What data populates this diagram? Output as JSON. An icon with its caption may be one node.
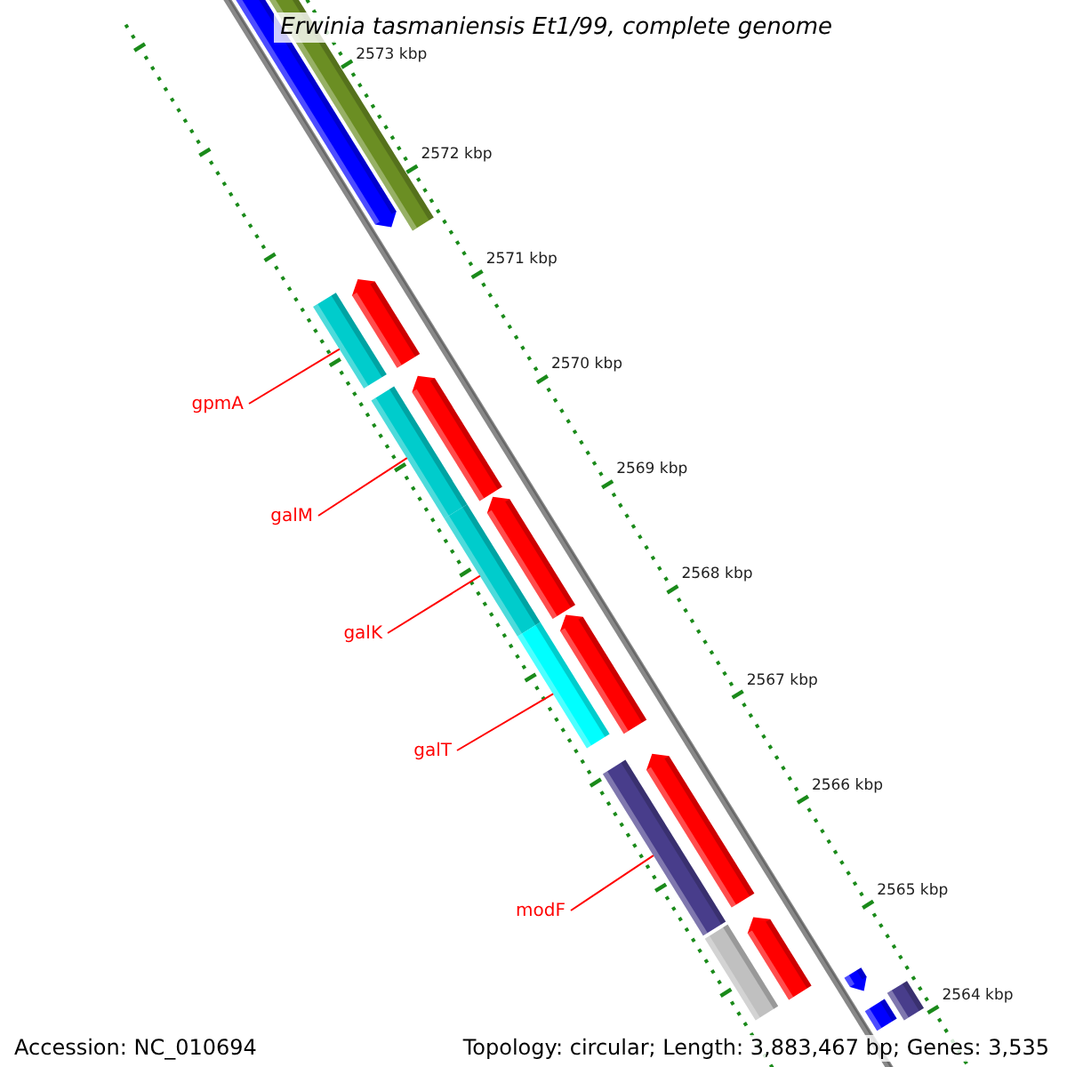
{
  "diagram": {
    "title": "Erwinia tasmaniensis Et1/99, complete genome",
    "nodes": [
      {
        "text": [
          "gpmA"
        ]
      },
      {
        "text": [
          "galM"
        ]
      },
      {
        "text": [
          "galK"
        ]
      },
      {
        "text": [
          "galT"
        ]
      },
      {
        "text": [
          "modF"
        ]
      },
      {
        "text": [],
        "shape": "bar"
      },
      {
        "text": [],
        "shape": "bar"
      },
      {
        "text": [],
        "shape": "bar"
      },
      {
        "text": [],
        "shape": "bar"
      },
      {
        "text": [],
        "shape": "bar"
      },
      {
        "text": [],
        "shape": "bar"
      },
      {
        "text": [],
        "shape": "bar"
      },
      {
        "text": [],
        "shape": "bar"
      },
      {
        "text": [],
        "shape": "bar"
      },
      {
        "text": [],
        "shape": "bar"
      },
      {
        "text": [],
        "shape": "bar"
      },
      {
        "text": [],
        "shape": "bar"
      },
      {
        "text": [],
        "shape": "bar"
      },
      {
        "text": [],
        "shape": "bar"
      },
      {
        "text": [],
        "shape": "bar"
      },
      {
        "text": [],
        "shape": "bar"
      },
      {
        "text": [],
        "shape": "bar"
      }
    ],
    "edges": [
      {
        "from": 0,
        "to": 8,
        "arrow": "none"
      },
      {
        "from": 1,
        "to": 9,
        "arrow": "none"
      },
      {
        "from": 2,
        "to": 11,
        "arrow": "none"
      },
      {
        "from": 3,
        "to": 13,
        "arrow": "none"
      },
      {
        "from": 4,
        "to": 15,
        "arrow": "none"
      }
    ],
    "labels": [
      "2573 kbp",
      "2572 kbp",
      "2571 kbp",
      "2570 kbp",
      "2569 kbp",
      "2568 kbp",
      "2567 kbp",
      "2566 kbp",
      "2565 kbp",
      "2564 kbp",
      "Accession: NC_010694",
      "Topology: circular; Length: 3,883,467 bp; Genes: 3,535"
    ]
  }
}
